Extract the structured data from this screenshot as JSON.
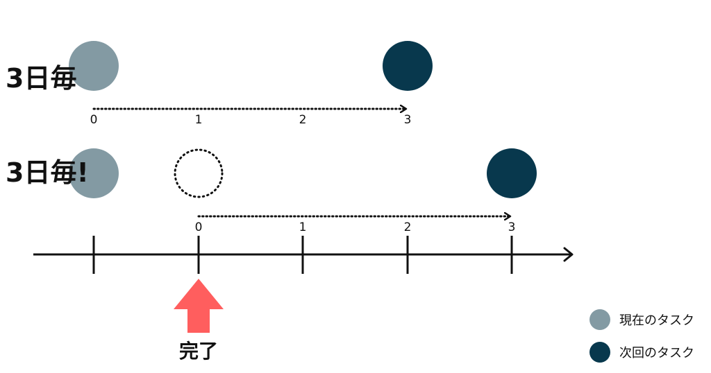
{
  "rows": [
    {
      "label": "3日毎",
      "ticks": [
        "0",
        "1",
        "2",
        "3"
      ]
    },
    {
      "label": "3日毎!",
      "ticks": [
        "0",
        "1",
        "2",
        "3"
      ]
    }
  ],
  "done_label": "完了",
  "legend": {
    "current": "現在のタスク",
    "next": "次回のタスク"
  },
  "colors": {
    "current_task": "#839aa3",
    "next_task": "#08384d",
    "completion_arrow": "#ff5e5e",
    "line": "#111111"
  }
}
